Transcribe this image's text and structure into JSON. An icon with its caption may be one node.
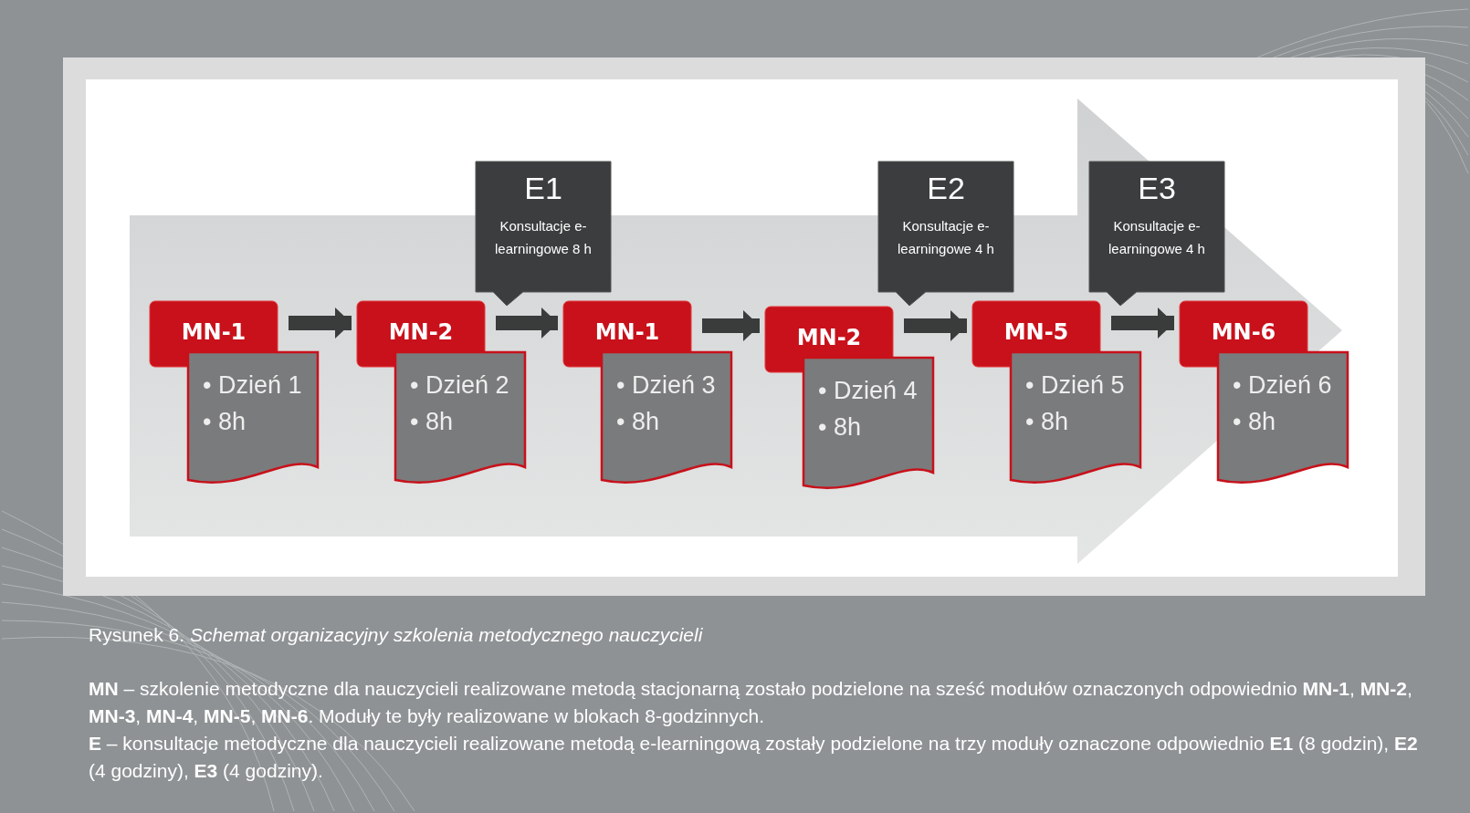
{
  "diagram": {
    "caption": "Rysunek 6. *Schemat organizacyjny szkolenia metodycznego nauczycieli*",
    "nodes": [
      {
        "text": [],
        "shape": "arrow"
      },
      {
        "text": [
          "MN-1"
        ],
        "in": 0
      },
      {
        "text": [
          "• Dzień 1",
          "• 8h"
        ],
        "in": 0
      },
      {
        "text": [
          "MN-2"
        ],
        "in": 0
      },
      {
        "text": [
          "• Dzień 2",
          "• 8h"
        ],
        "in": 0
      },
      {
        "text": [
          "E1",
          "Konsultacje e-learningowe 8 h"
        ],
        "in": 0
      },
      {
        "text": [
          "MN-1"
        ],
        "in": 0
      },
      {
        "text": [
          "• Dzień 3",
          "• 8h"
        ],
        "in": 0
      },
      {
        "text": [
          "MN-2"
        ],
        "in": 0
      },
      {
        "text": [
          "• Dzień 4",
          "• 8h"
        ],
        "in": 0
      },
      {
        "text": [
          "E2",
          "Konsultacje e-learningowe 4 h"
        ],
        "in": 0
      },
      {
        "text": [
          "MN-5"
        ],
        "in": 0
      },
      {
        "text": [
          "• Dzień 5",
          "• 8h"
        ],
        "in": 0
      },
      {
        "text": [
          "E3",
          "Konsultacje e-learningowe 4 h"
        ],
        "in": 0
      },
      {
        "text": [
          "MN-6"
        ],
        "in": 0
      },
      {
        "text": [
          "• Dzień 6",
          "• 8h"
        ],
        "in": 0
      }
    ],
    "edges": [
      {
        "from": 1,
        "to": 3,
        "arrow": "to"
      },
      {
        "from": 3,
        "to": 6,
        "arrow": "to"
      },
      {
        "from": 6,
        "to": 8,
        "arrow": "to"
      },
      {
        "from": 8,
        "to": 11,
        "arrow": "to"
      },
      {
        "from": 11,
        "to": 14,
        "arrow": "to"
      }
    ],
    "labels": [
      "**MN** – szkolenie metodyczne dla nauczycieli realizowane metodą stacjonarną zostało podzielone na sześć modułów oznaczonych odpowiednio **MN-1**, **MN-2**, **MN-3**, **MN-4**, **MN-5**, **MN-6**. Moduły te były realizowane w blokach 8-godzinnych.",
      "**E** – konsultacje metodyczne dla nauczycieli realizowane metodą e-learningową zostały podzielone na trzy moduły oznaczone odpowiednio **E1** (8 godzin), **E2** (4 godziny), **E3** (4 godziny)."
    ]
  }
}
